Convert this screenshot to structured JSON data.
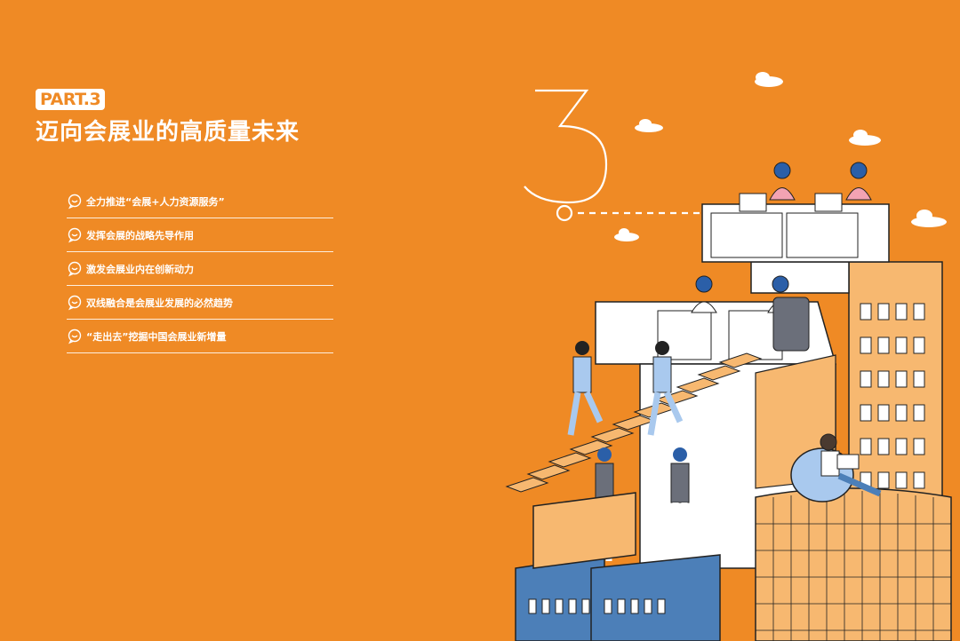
{
  "header": {
    "part_label": "PART.3",
    "title": "迈向会展业的高质量未来"
  },
  "toc": [
    {
      "label": "全力推进“会展+人力资源服务”"
    },
    {
      "label": "发挥会展的战略先导作用"
    },
    {
      "label": "激发会展业内在创新动力"
    },
    {
      "label": "双线融合是会展业发展的必然趋势"
    },
    {
      "label": "“走出去”挖掘中国会展业新增量"
    }
  ],
  "colors": {
    "background": "#ef8a25",
    "text": "#ffffff",
    "building_blue": "#4c7fb8",
    "building_light": "#f7b870"
  },
  "illustration": {
    "icon": "city-office-illustration",
    "number": "3"
  }
}
